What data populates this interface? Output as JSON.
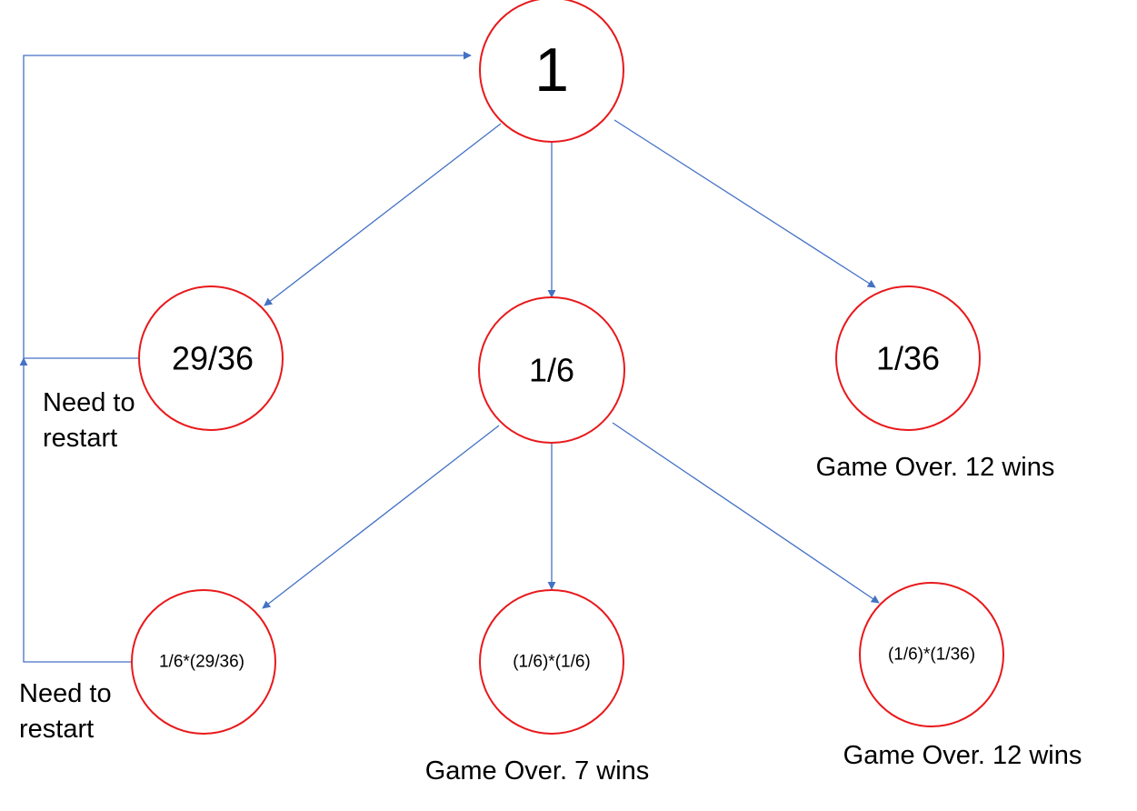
{
  "colors": {
    "node_stroke": "#e8191c",
    "edge": "#4472c4",
    "text": "#000000",
    "background": "#ffffff"
  },
  "nodes": {
    "root": "1",
    "restart_first": "29/36",
    "one_sixth": "1/6",
    "one_thirty_sixth": "1/36",
    "restart_second": "1/6*(29/36)",
    "seven_win": "(1/6)*(1/6)",
    "twelve_win_second": "(1/6)*(1/36)"
  },
  "notes": {
    "need_restart_1_line1": "Need to",
    "need_restart_1_line2": "restart",
    "need_restart_2_line1": "Need to",
    "need_restart_2_line2": "restart",
    "game_over_12_first": "Game Over. 12 wins",
    "game_over_7": "Game Over. 7 wins",
    "game_over_12_second": "Game Over. 12 wins"
  }
}
